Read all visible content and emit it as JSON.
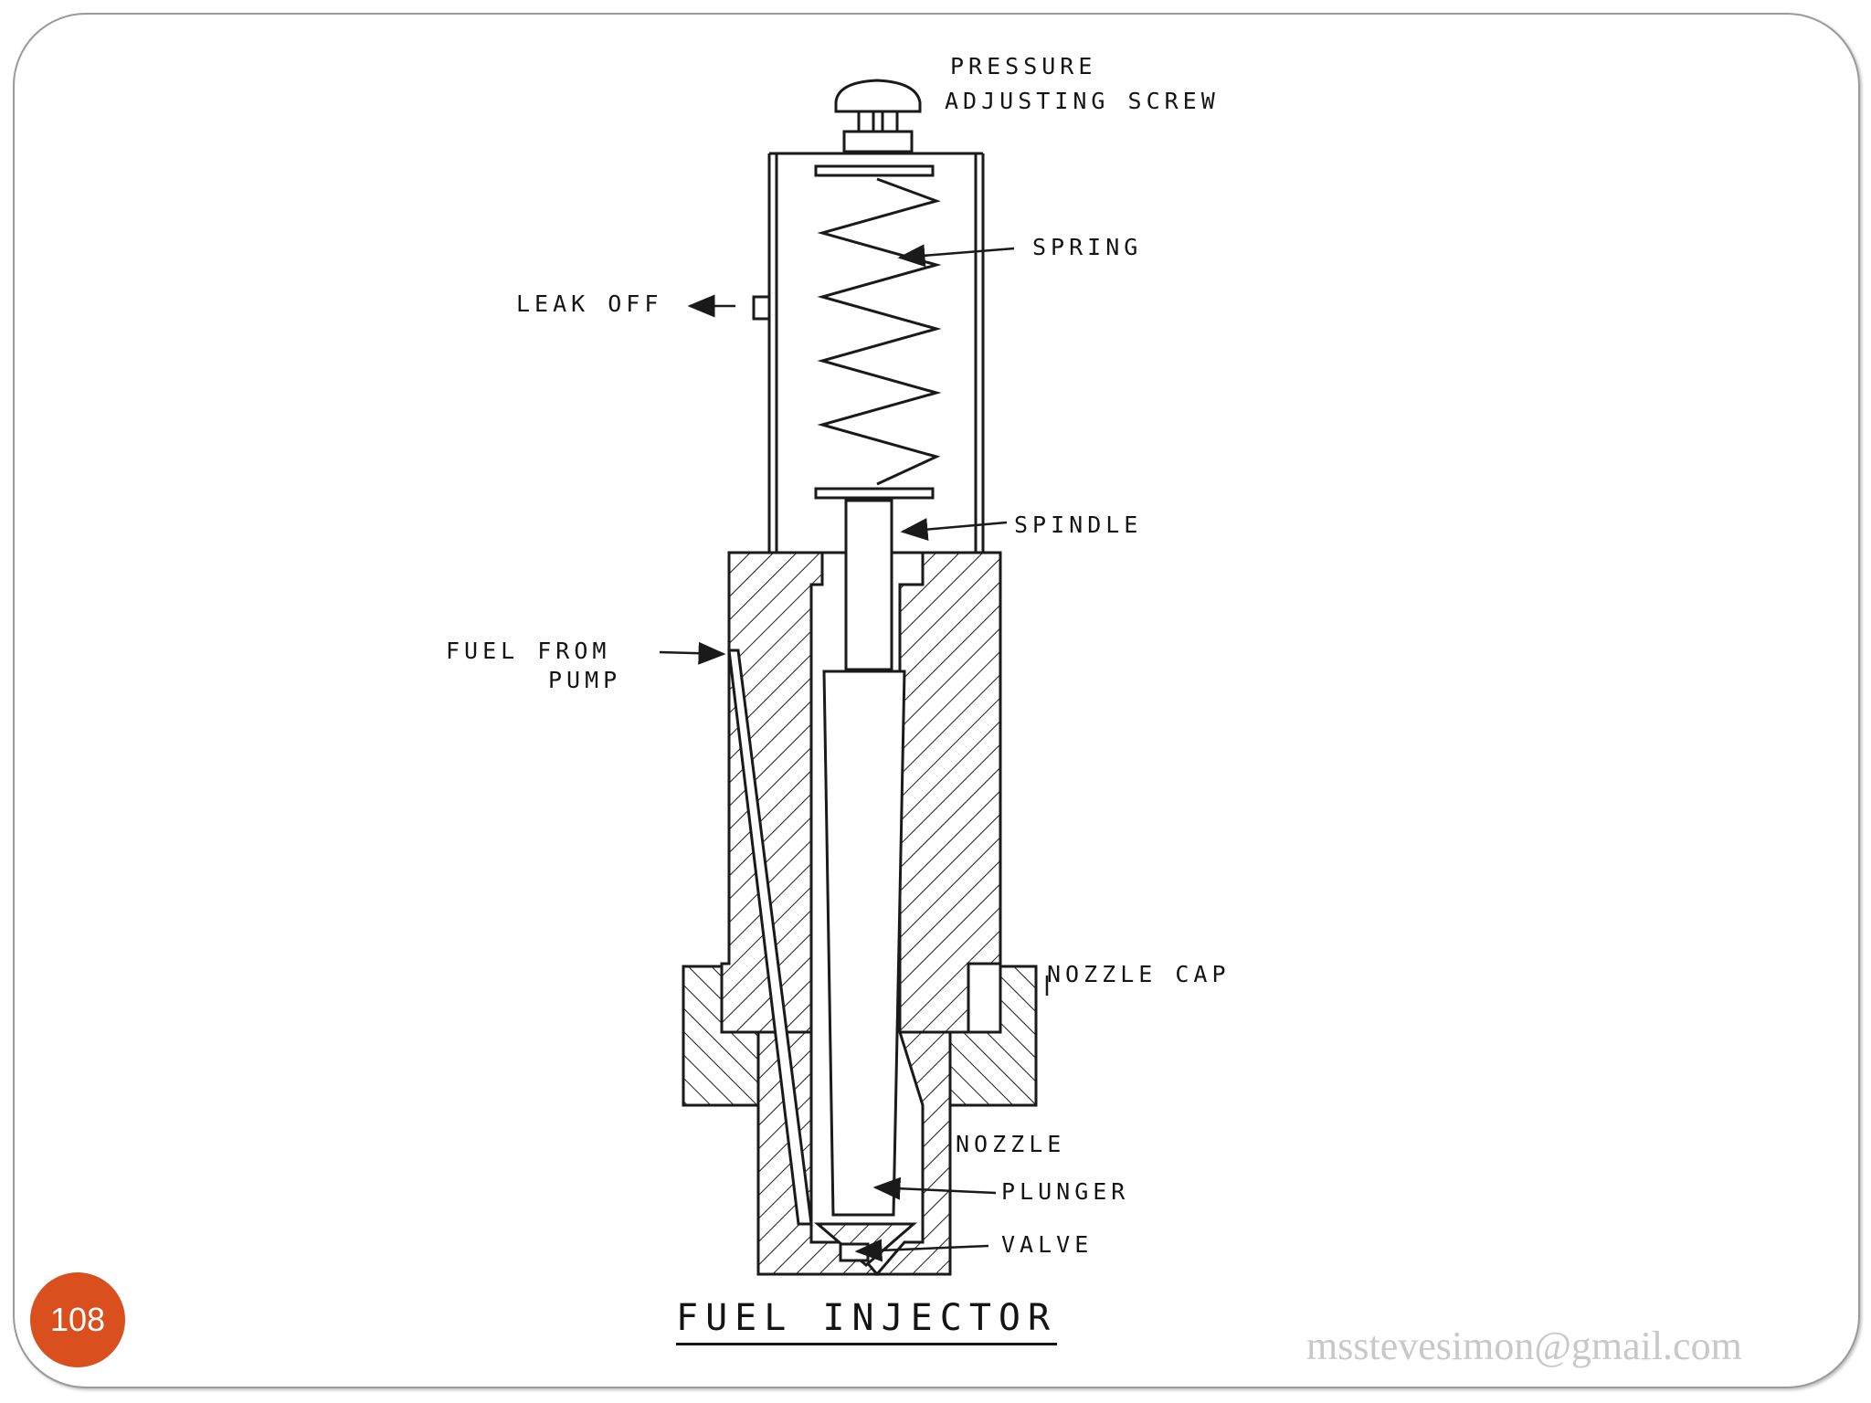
{
  "diagram": {
    "title": "FUEL INJECTOR",
    "labels": {
      "pressure_screw_line1": "PRESSURE",
      "pressure_screw_line2": "ADJUSTING  SCREW",
      "spring": "SPRING",
      "leak_off": "LEAK OFF",
      "spindle": "SPINDLE",
      "fuel_line1": "FUEL  FROM",
      "fuel_line2": "PUMP",
      "nozzle_cap": "NOZZLE  CAP",
      "nozzle": "NOZZLE",
      "plunger": "PLUNGER",
      "valve": "VALVE"
    }
  },
  "footer": {
    "page_number": "108",
    "email": "mssteve­simon@gmail.com"
  },
  "colors": {
    "ink": "#141414",
    "badge": "#d9501e",
    "email_text": "#c8c8c8",
    "frame": "#9a9a9a"
  }
}
